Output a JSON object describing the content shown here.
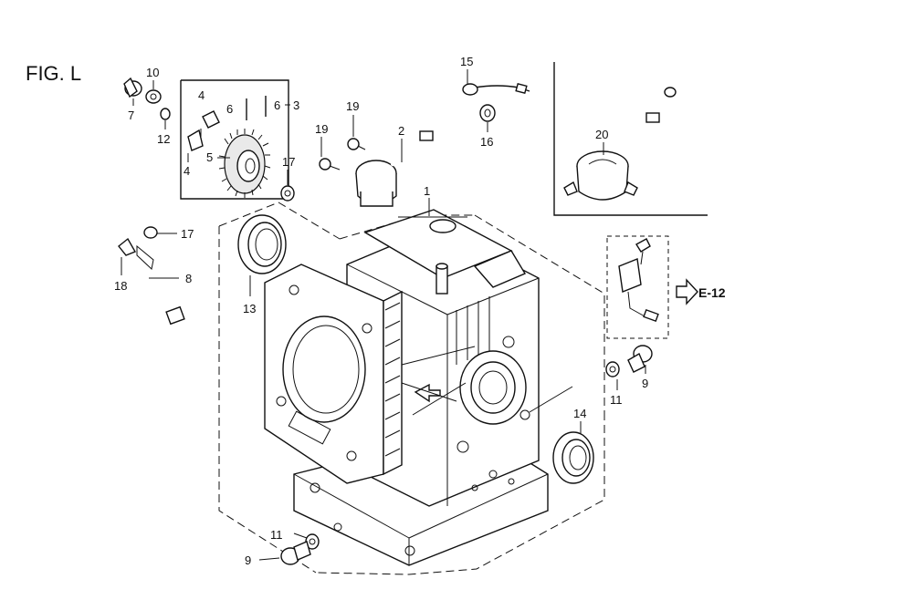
{
  "figure_title": "FIG. L",
  "reference": "E-12",
  "callouts": {
    "c1": "1",
    "c2": "2",
    "c3": "3",
    "c4a": "4",
    "c4b": "4",
    "c5": "5",
    "c6a": "6",
    "c6b": "6",
    "c7": "7",
    "c8": "8",
    "c9a": "9",
    "c9b": "9",
    "c10": "10",
    "c11a": "11",
    "c11b": "11",
    "c12": "12",
    "c13": "13",
    "c14": "14",
    "c15": "15",
    "c16": "16",
    "c17a": "17",
    "c17b": "17",
    "c18": "18",
    "c19a": "19",
    "c19b": "19",
    "c20": "20"
  }
}
